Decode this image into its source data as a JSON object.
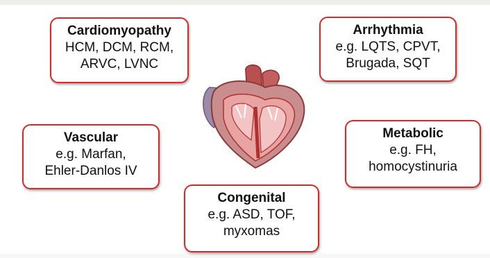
{
  "categories": [
    {
      "id": "cardiomyopathy",
      "title": "Cardiomyopathy",
      "lines": [
        "HCM, DCM, RCM,",
        "ARVC, LVNC"
      ]
    },
    {
      "id": "arrhythmia",
      "title": "Arrhythmia",
      "lines": [
        "e.g. LQTS, CPVT,",
        "Brugada, SQT"
      ]
    },
    {
      "id": "vascular",
      "title": "Vascular",
      "lines": [
        "e.g. Marfan,",
        "Ehler-Danlos IV"
      ]
    },
    {
      "id": "metabolic",
      "title": "Metabolic",
      "lines": [
        "e.g. FH,",
        "homocystinuria"
      ]
    },
    {
      "id": "congenital",
      "title": "Congenital",
      "lines": [
        "e.g. ASD, TOF,",
        "myxomas"
      ]
    }
  ],
  "colors": {
    "box_border": "#d42a2a",
    "heart_muscle": "#e8a3a3",
    "heart_dark": "#b03030",
    "heart_outer": "#c98d8d"
  },
  "center_image": "heart-cross-section-icon"
}
